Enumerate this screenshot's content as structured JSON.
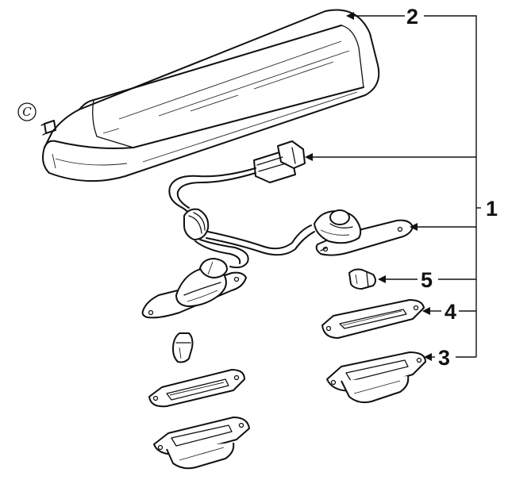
{
  "diagram": {
    "callouts": [
      "1",
      "2",
      "3",
      "4",
      "5"
    ],
    "side_mark": "C"
  }
}
